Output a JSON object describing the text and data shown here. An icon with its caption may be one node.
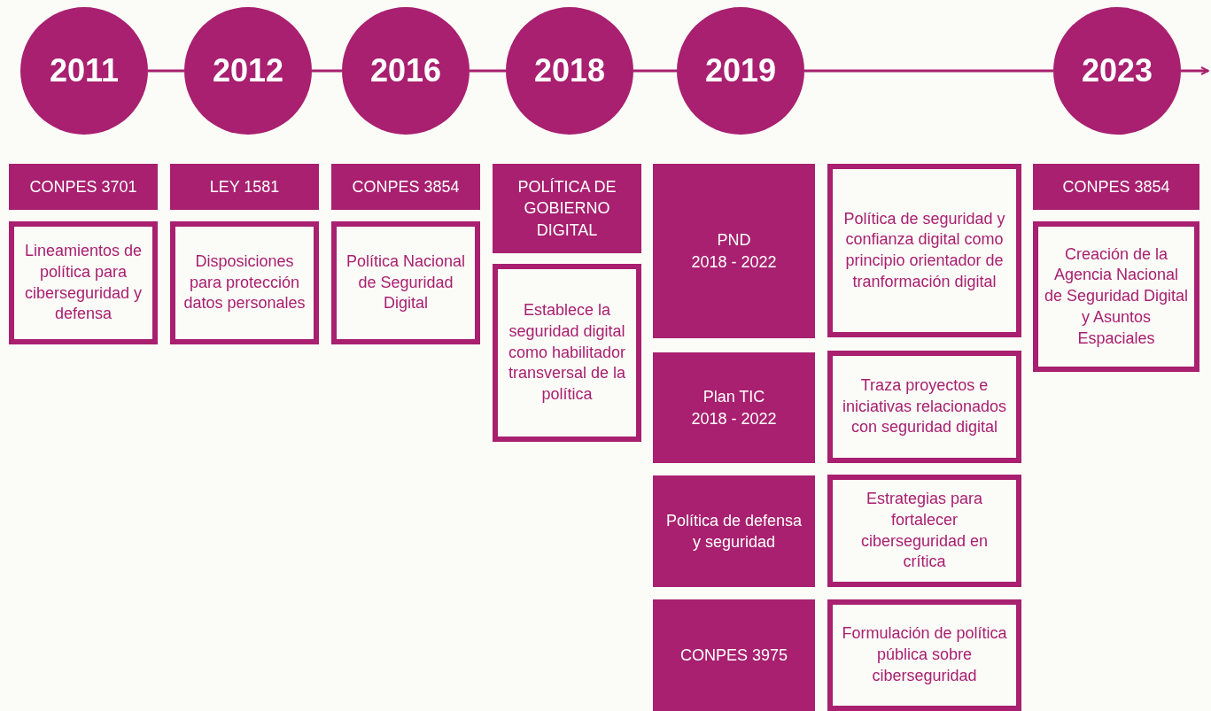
{
  "diagram": {
    "nodes": [
      {
        "text": [
          "2011"
        ]
      },
      {
        "text": [
          "2012"
        ]
      },
      {
        "text": [
          "2016"
        ]
      },
      {
        "text": [
          "2018"
        ]
      },
      {
        "text": [
          "2019"
        ]
      },
      {
        "text": [
          "2023"
        ]
      },
      {
        "text": [
          "CONPES 3701"
        ]
      },
      {
        "text": [
          "Lineamientos de política para ciberseguridad y defensa"
        ]
      },
      {
        "text": [
          "LEY 1581"
        ]
      },
      {
        "text": [
          "Disposiciones para protección datos personales"
        ]
      },
      {
        "text": [
          "CONPES 3854"
        ]
      },
      {
        "text": [
          "Política Nacional de Seguridad Digital"
        ]
      },
      {
        "text": [
          "POLÍTICA DE GOBIERNO DIGITAL"
        ]
      },
      {
        "text": [
          "Establece la seguridad digital como habilitador transversal de la política"
        ]
      },
      {
        "text": [
          "PND",
          "2018 - 2022"
        ]
      },
      {
        "text": [
          "Política de seguridad y confianza digital como principio orientador de tranformación digital"
        ]
      },
      {
        "text": [
          "Plan TIC",
          "2018 - 2022"
        ]
      },
      {
        "text": [
          "Traza proyectos e iniciativas relacionados con seguridad digital"
        ]
      },
      {
        "text": [
          "Política de defensa y seguridad"
        ]
      },
      {
        "text": [
          "Estrategias para fortalecer ciberseguridad en crítica"
        ]
      },
      {
        "text": [
          "CONPES 3975"
        ]
      },
      {
        "text": [
          "Formulación de política pública sobre ciberseguridad"
        ]
      },
      {
        "text": [
          "CONPES 3854"
        ]
      },
      {
        "text": [
          "Creación de la Agencia Nacional de Seguridad Digital y Asuntos Espaciales"
        ]
      }
    ],
    "edges": [
      {
        "from": 0,
        "to": 1,
        "arrow": "none"
      },
      {
        "from": 1,
        "to": 2,
        "arrow": "none"
      },
      {
        "from": 2,
        "to": 3,
        "arrow": "none"
      },
      {
        "from": 3,
        "to": 4,
        "arrow": "none"
      },
      {
        "from": 4,
        "to": 5,
        "arrow": "none"
      },
      {
        "from": 5,
        "to": null,
        "arrow": "to"
      }
    ]
  }
}
